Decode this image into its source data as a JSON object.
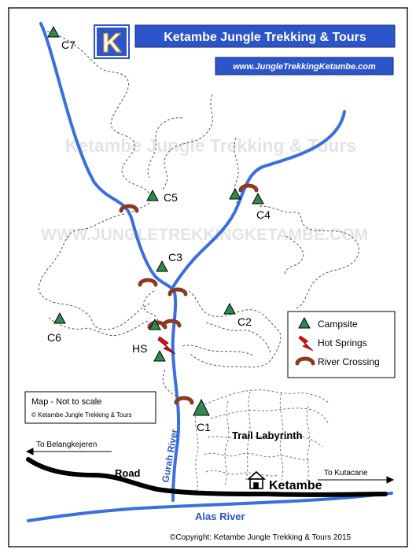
{
  "header": {
    "logo_letter": "K",
    "title": "Ketambe Jungle Trekking & Tours",
    "url": "www.JungleTrekkingKetambe.com"
  },
  "watermark": {
    "line1": "Ketambe Jungle Trekking & Tours",
    "line2": "WWW.JUNGLETREKKINGKETAMBE.COM"
  },
  "campsites": [
    "C1",
    "C2",
    "C3",
    "C4",
    "C5",
    "C6",
    "C7"
  ],
  "labels": {
    "hot_springs": "HS",
    "trail_labyrinth": "Trail Labyrinth",
    "gurah_river": "Gurah River",
    "alas_river": "Alas River",
    "road": "Road",
    "ketambe": "Ketambe",
    "to_belangkejeren": "To Belangkejeren",
    "to_kutacane": "To Kutacane"
  },
  "legend": {
    "campsite": "Campsite",
    "hot_springs": "Hot Springs",
    "river_crossing": "River Crossing"
  },
  "note": {
    "line1": "Map - Not to scale",
    "line2": "© Ketambe Jungle Trekking & Tours"
  },
  "copyright": "©Copyright: Ketambe Jungle Trekking & Tours 2015",
  "colors": {
    "river": "#3a6fe0",
    "header": "#2b55c9",
    "campsite": "#2d8a4e",
    "crossing": "#8b3a1f",
    "hot_springs": "#e01010"
  }
}
